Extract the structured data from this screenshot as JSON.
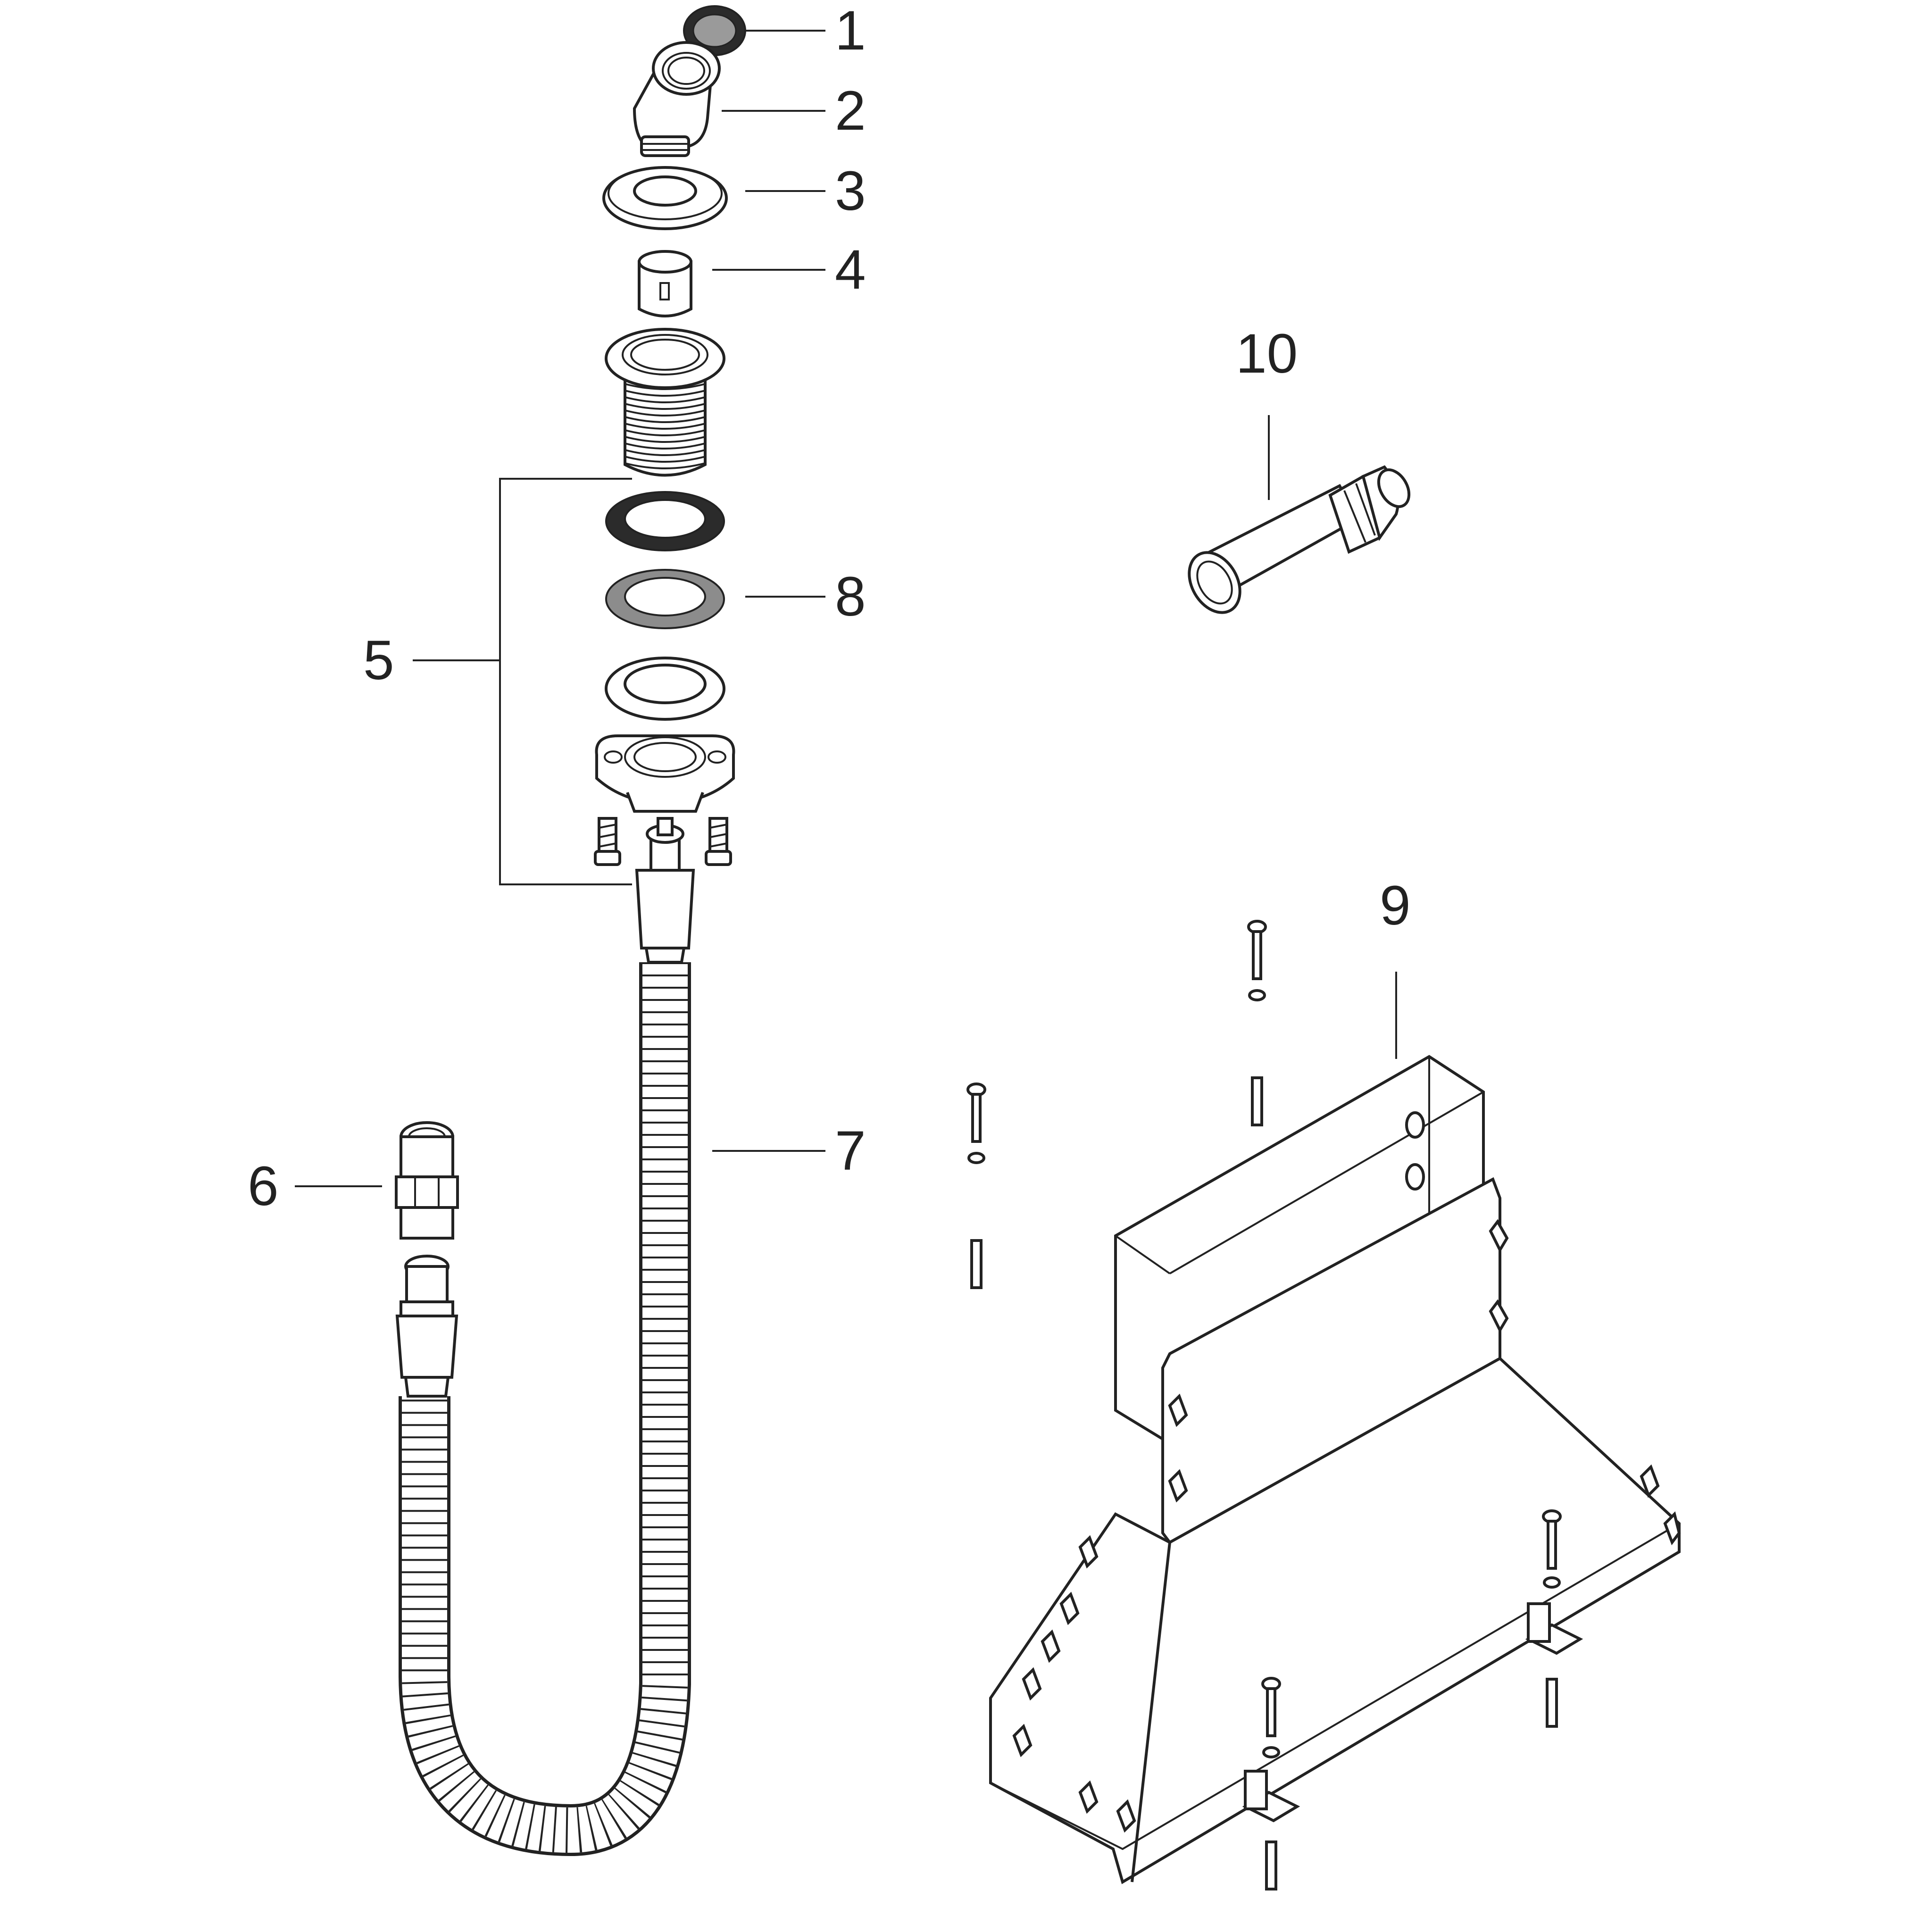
{
  "callouts": [
    {
      "id": "1",
      "label": "1"
    },
    {
      "id": "2",
      "label": "2"
    },
    {
      "id": "3",
      "label": "3"
    },
    {
      "id": "4",
      "label": "4"
    },
    {
      "id": "5",
      "label": "5"
    },
    {
      "id": "6",
      "label": "6"
    },
    {
      "id": "7",
      "label": "7"
    },
    {
      "id": "8",
      "label": "8"
    },
    {
      "id": "9",
      "label": "9"
    },
    {
      "id": "10",
      "label": "10"
    }
  ],
  "colors": {
    "line": "#222222",
    "seal_dark": "#2b2b2b",
    "seal_grey": "#8c8c8c",
    "background": "#ffffff"
  }
}
